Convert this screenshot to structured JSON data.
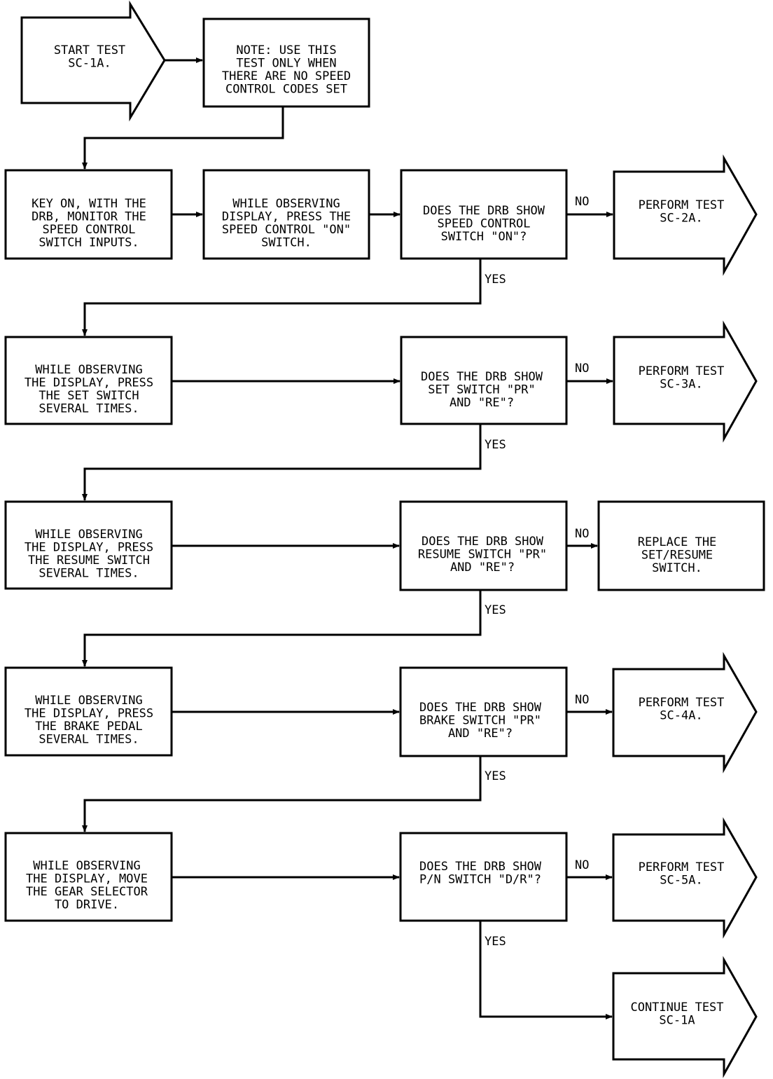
{
  "nodes": [
    {
      "id": "start",
      "lines": [
        "START TEST",
        "SC-1A."
      ]
    },
    {
      "id": "note",
      "lines": [
        "NOTE: USE THIS",
        "TEST ONLY WHEN",
        "THERE ARE NO SPEED",
        "CONTROL CODES SET"
      ]
    },
    {
      "id": "key_on",
      "lines": [
        "KEY ON, WITH THE",
        "DRB, MONITOR THE",
        "SPEED CONTROL",
        "SWITCH INPUTS."
      ]
    },
    {
      "id": "press_on",
      "lines": [
        "WHILE OBSERVING",
        "DISPLAY, PRESS THE",
        "SPEED CONTROL \"ON\"",
        "SWITCH."
      ]
    },
    {
      "id": "q_on",
      "lines": [
        "DOES THE DRB SHOW",
        "SPEED CONTROL",
        "SWITCH \"ON\"?"
      ]
    },
    {
      "id": "sc2a",
      "lines": [
        "PERFORM TEST",
        "SC-2A."
      ]
    },
    {
      "id": "press_set",
      "lines": [
        "WHILE OBSERVING",
        "THE DISPLAY, PRESS",
        "THE SET SWITCH",
        "SEVERAL TIMES."
      ]
    },
    {
      "id": "q_set",
      "lines": [
        "DOES THE DRB SHOW",
        "SET SWITCH \"PR\"",
        "AND \"RE\"?"
      ]
    },
    {
      "id": "sc3a",
      "lines": [
        "PERFORM TEST",
        "SC-3A."
      ]
    },
    {
      "id": "press_resume",
      "lines": [
        "WHILE OBSERVING",
        "THE DISPLAY, PRESS",
        "THE RESUME SWITCH",
        "SEVERAL TIMES."
      ]
    },
    {
      "id": "q_resume",
      "lines": [
        "DOES THE DRB SHOW",
        "RESUME SWITCH \"PR\"",
        "AND \"RE\"?"
      ]
    },
    {
      "id": "replace",
      "lines": [
        "REPLACE THE",
        "SET/RESUME",
        "SWITCH."
      ]
    },
    {
      "id": "press_brake",
      "lines": [
        "WHILE OBSERVING",
        "THE DISPLAY, PRESS",
        "THE BRAKE PEDAL",
        "SEVERAL TIMES."
      ]
    },
    {
      "id": "q_brake",
      "lines": [
        "DOES THE DRB SHOW",
        "BRAKE SWITCH \"PR\"",
        "AND \"RE\"?"
      ]
    },
    {
      "id": "sc4a",
      "lines": [
        "PERFORM TEST",
        "SC-4A."
      ]
    },
    {
      "id": "move_gear",
      "lines": [
        "WHILE OBSERVING",
        "THE DISPLAY, MOVE",
        "THE GEAR SELECTOR",
        "TO DRIVE."
      ]
    },
    {
      "id": "q_pn",
      "lines": [
        "DOES THE DRB SHOW",
        "P/N SWITCH \"D/R\"?"
      ]
    },
    {
      "id": "sc5a",
      "lines": [
        "PERFORM TEST",
        "SC-5A."
      ]
    },
    {
      "id": "cont",
      "lines": [
        "CONTINUE TEST",
        "SC-1A"
      ]
    }
  ],
  "edge_labels": {
    "yes": "YES",
    "no": "NO"
  }
}
